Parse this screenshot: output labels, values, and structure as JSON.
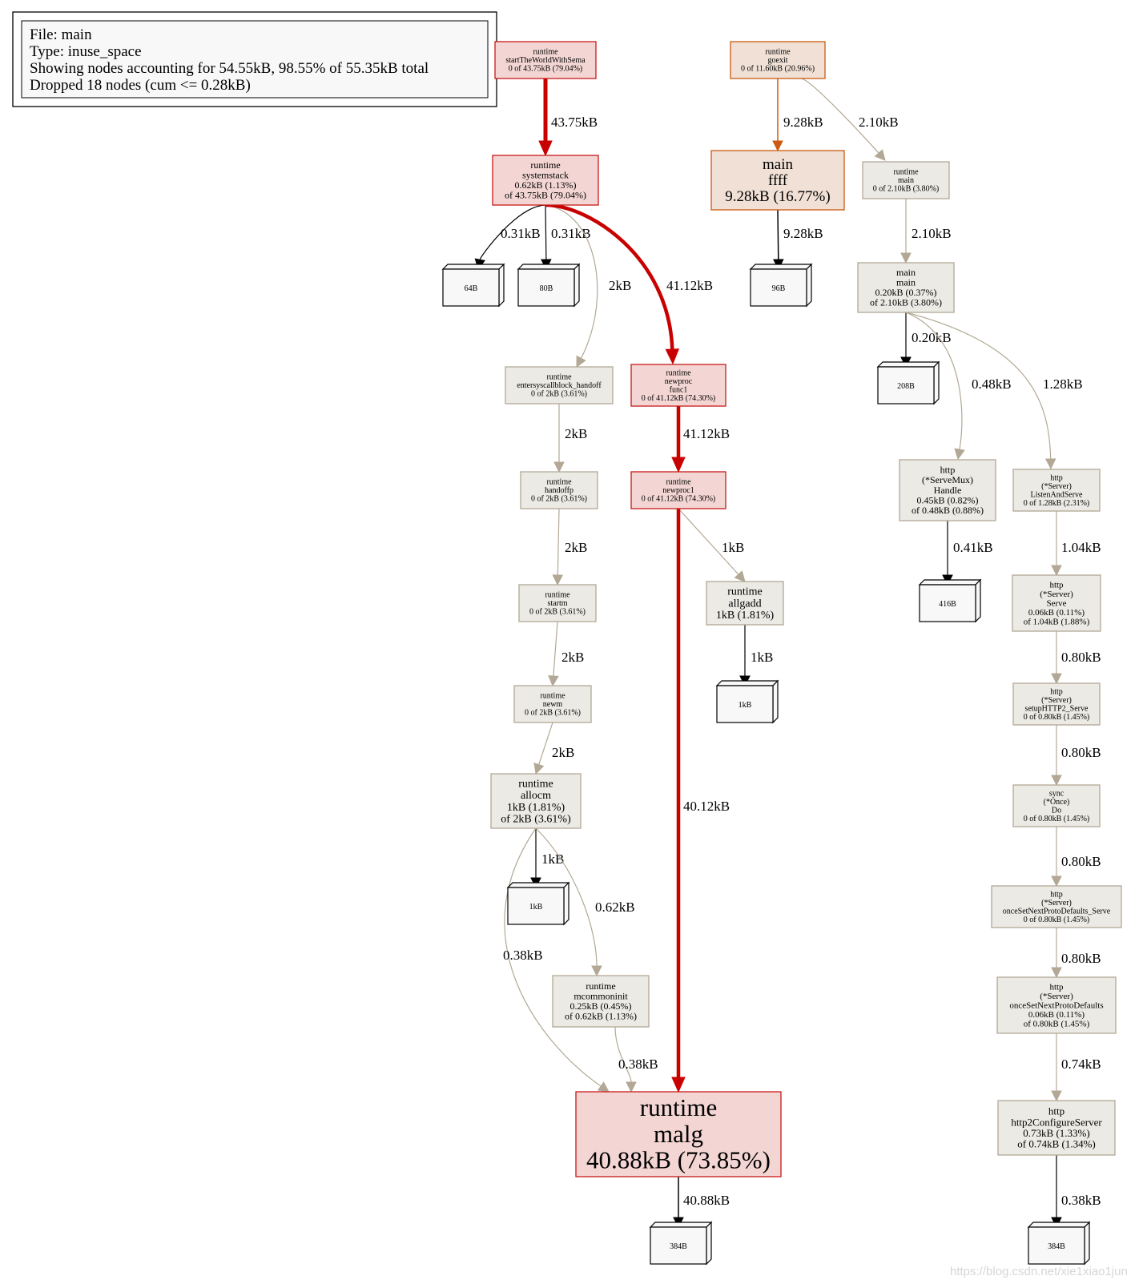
{
  "info": {
    "lines": [
      "File: main",
      "Type: inuse_space",
      "Showing nodes accounting for 54.55kB, 98.55% of 55.35kB total",
      "Dropped 18 nodes (cum <= 0.28kB)"
    ]
  },
  "palette": {
    "hot_fill": "#f3d6d3",
    "hot_stroke": "#c81919",
    "warm_fill": "#f0e0d6",
    "warm_stroke": "#cc5a10",
    "cold_fill": "#ebeae5",
    "cold_stroke": "#b2a895",
    "hot_edge": "#c80000",
    "warm_edge": "#cc5a10",
    "cold_edge": "#b2a895",
    "black_edge": "#000000",
    "leaf_fill": "#f8f8f8"
  },
  "nodes": [
    {
      "id": "startTheWorld",
      "kind": "func",
      "color": "hot",
      "lines": [
        "runtime",
        "startTheWorldWithSema",
        "0 of 43.75kB (79.04%)"
      ]
    },
    {
      "id": "goexit",
      "kind": "func",
      "color": "warm",
      "lines": [
        "runtime",
        "goexit",
        "0 of 11.60kB (20.96%)"
      ]
    },
    {
      "id": "systemstack",
      "kind": "func",
      "color": "hot",
      "lines": [
        "runtime",
        "systemstack",
        "0.62kB (1.13%)",
        "of 43.75kB (79.04%)"
      ]
    },
    {
      "id": "ffff",
      "kind": "func",
      "color": "warm",
      "lines": [
        "main",
        "ffff",
        "9.28kB (16.77%)"
      ]
    },
    {
      "id": "runtimeMain",
      "kind": "func",
      "color": "cold",
      "lines": [
        "runtime",
        "main",
        "0 of 2.10kB (3.80%)"
      ]
    },
    {
      "id": "mainMain",
      "kind": "func",
      "color": "cold",
      "lines": [
        "main",
        "main",
        "0.20kB (0.37%)",
        "of 2.10kB (3.80%)"
      ]
    },
    {
      "id": "entersys",
      "kind": "func",
      "color": "cold",
      "lines": [
        "runtime",
        "entersyscallblock_handoff",
        "0 of 2kB (3.61%)"
      ]
    },
    {
      "id": "newprocFunc1",
      "kind": "func",
      "color": "hot",
      "lines": [
        "runtime",
        "newproc",
        "func1",
        "0 of 41.12kB (74.30%)"
      ]
    },
    {
      "id": "handoffp",
      "kind": "func",
      "color": "cold",
      "lines": [
        "runtime",
        "handoffp",
        "0 of 2kB (3.61%)"
      ]
    },
    {
      "id": "newproc1",
      "kind": "func",
      "color": "hot",
      "lines": [
        "runtime",
        "newproc1",
        "0 of 41.12kB (74.30%)"
      ]
    },
    {
      "id": "startm",
      "kind": "func",
      "color": "cold",
      "lines": [
        "runtime",
        "startm",
        "0 of 2kB (3.61%)"
      ]
    },
    {
      "id": "allgadd",
      "kind": "func",
      "color": "cold",
      "lines": [
        "runtime",
        "allgadd",
        "1kB (1.81%)"
      ]
    },
    {
      "id": "newm",
      "kind": "func",
      "color": "cold",
      "lines": [
        "runtime",
        "newm",
        "0 of 2kB (3.61%)"
      ]
    },
    {
      "id": "allocm",
      "kind": "func",
      "color": "cold",
      "lines": [
        "runtime",
        "allocm",
        "1kB (1.81%)",
        "of 2kB (3.61%)"
      ]
    },
    {
      "id": "mcommoninit",
      "kind": "func",
      "color": "cold",
      "lines": [
        "runtime",
        "mcommoninit",
        "0.25kB (0.45%)",
        "of 0.62kB (1.13%)"
      ]
    },
    {
      "id": "malg",
      "kind": "func",
      "color": "hot",
      "lines": [
        "runtime",
        "malg",
        "40.88kB (73.85%)"
      ]
    },
    {
      "id": "serveMuxHandle",
      "kind": "func",
      "color": "cold",
      "lines": [
        "http",
        "(*ServeMux)",
        "Handle",
        "0.45kB (0.82%)",
        "of 0.48kB (0.88%)"
      ]
    },
    {
      "id": "listenAndServe",
      "kind": "func",
      "color": "cold",
      "lines": [
        "http",
        "(*Server)",
        "ListenAndServe",
        "0 of 1.28kB (2.31%)"
      ]
    },
    {
      "id": "serverServe",
      "kind": "func",
      "color": "cold",
      "lines": [
        "http",
        "(*Server)",
        "Serve",
        "0.06kB (0.11%)",
        "of 1.04kB (1.88%)"
      ]
    },
    {
      "id": "setupHTTP2",
      "kind": "func",
      "color": "cold",
      "lines": [
        "http",
        "(*Server)",
        "setupHTTP2_Serve",
        "0 of 0.80kB (1.45%)"
      ]
    },
    {
      "id": "onceDo",
      "kind": "func",
      "color": "cold",
      "lines": [
        "sync",
        "(*Once)",
        "Do",
        "0 of 0.80kB (1.45%)"
      ]
    },
    {
      "id": "onceSetServe",
      "kind": "func",
      "color": "cold",
      "lines": [
        "http",
        "(*Server)",
        "onceSetNextProtoDefaults_Serve",
        "0 of 0.80kB (1.45%)"
      ]
    },
    {
      "id": "onceSet",
      "kind": "func",
      "color": "cold",
      "lines": [
        "http",
        "(*Server)",
        "onceSetNextProtoDefaults",
        "0.06kB (0.11%)",
        "of 0.80kB (1.45%)"
      ]
    },
    {
      "id": "http2Configure",
      "kind": "func",
      "color": "cold",
      "lines": [
        "http",
        "http2ConfigureServer",
        "0.73kB (1.33%)",
        "of 0.74kB (1.34%)"
      ]
    },
    {
      "id": "leaf64",
      "kind": "leaf",
      "lines": [
        "64B"
      ]
    },
    {
      "id": "leaf80",
      "kind": "leaf",
      "lines": [
        "80B"
      ]
    },
    {
      "id": "leaf96",
      "kind": "leaf",
      "lines": [
        "96B"
      ]
    },
    {
      "id": "leaf208",
      "kind": "leaf",
      "lines": [
        "208B"
      ]
    },
    {
      "id": "leaf416",
      "kind": "leaf",
      "lines": [
        "416B"
      ]
    },
    {
      "id": "leaf1kA",
      "kind": "leaf",
      "lines": [
        "1kB"
      ]
    },
    {
      "id": "leaf1kB",
      "kind": "leaf",
      "lines": [
        "1kB"
      ]
    },
    {
      "id": "leaf384A",
      "kind": "leaf",
      "lines": [
        "384B"
      ]
    },
    {
      "id": "leaf384B",
      "kind": "leaf",
      "lines": [
        "384B"
      ]
    }
  ],
  "edges": [
    {
      "from": "startTheWorld",
      "to": "systemstack",
      "label": "43.75kB",
      "color": "hot",
      "weight": 5
    },
    {
      "from": "goexit",
      "to": "ffff",
      "label": "9.28kB",
      "color": "warm",
      "weight": 1.5
    },
    {
      "from": "goexit",
      "to": "runtimeMain",
      "label": "2.10kB",
      "color": "cold",
      "weight": 1.2
    },
    {
      "from": "systemstack",
      "to": "leaf64",
      "label": "0.31kB",
      "color": "black",
      "weight": 1.2
    },
    {
      "from": "systemstack",
      "to": "leaf80",
      "label": "0.31kB",
      "color": "black",
      "weight": 1.2
    },
    {
      "from": "systemstack",
      "to": "entersys",
      "label": "2kB",
      "color": "cold",
      "weight": 1.2
    },
    {
      "from": "systemstack",
      "to": "newprocFunc1",
      "label": "41.12kB",
      "color": "hot",
      "weight": 4.5
    },
    {
      "from": "ffff",
      "to": "leaf96",
      "label": "9.28kB",
      "color": "black",
      "weight": 1.5
    },
    {
      "from": "runtimeMain",
      "to": "mainMain",
      "label": "2.10kB",
      "color": "cold",
      "weight": 1.2
    },
    {
      "from": "mainMain",
      "to": "leaf208",
      "label": "0.20kB",
      "color": "black",
      "weight": 1.2
    },
    {
      "from": "mainMain",
      "to": "serveMuxHandle",
      "label": "0.48kB",
      "color": "cold",
      "weight": 1.2
    },
    {
      "from": "mainMain",
      "to": "listenAndServe",
      "label": "1.28kB",
      "color": "cold",
      "weight": 1.2
    },
    {
      "from": "entersys",
      "to": "handoffp",
      "label": "2kB",
      "color": "cold",
      "weight": 1.2
    },
    {
      "from": "newprocFunc1",
      "to": "newproc1",
      "label": "41.12kB",
      "color": "hot",
      "weight": 4.5
    },
    {
      "from": "handoffp",
      "to": "startm",
      "label": "2kB",
      "color": "cold",
      "weight": 1.2
    },
    {
      "from": "newproc1",
      "to": "allgadd",
      "label": "1kB",
      "color": "cold",
      "weight": 1.2
    },
    {
      "from": "newproc1",
      "to": "malg",
      "label": "40.12kB",
      "color": "hot",
      "weight": 4.5
    },
    {
      "from": "startm",
      "to": "newm",
      "label": "2kB",
      "color": "cold",
      "weight": 1.2
    },
    {
      "from": "allgadd",
      "to": "leaf1kB",
      "label": "1kB",
      "color": "black",
      "weight": 1.2
    },
    {
      "from": "newm",
      "to": "allocm",
      "label": "2kB",
      "color": "cold",
      "weight": 1.2
    },
    {
      "from": "allocm",
      "to": "leaf1kA",
      "label": "1kB",
      "color": "black",
      "weight": 1.2
    },
    {
      "from": "allocm",
      "to": "mcommoninit",
      "label": "0.62kB",
      "color": "cold",
      "weight": 1.2
    },
    {
      "from": "allocm",
      "to": "malg",
      "label": "0.38kB",
      "color": "cold",
      "weight": 1.2
    },
    {
      "from": "mcommoninit",
      "to": "malg",
      "label": "0.38kB",
      "color": "cold",
      "weight": 1.2
    },
    {
      "from": "malg",
      "to": "leaf384A",
      "label": "40.88kB",
      "color": "black",
      "weight": 1.5
    },
    {
      "from": "serveMuxHandle",
      "to": "leaf416",
      "label": "0.41kB",
      "color": "black",
      "weight": 1.2
    },
    {
      "from": "listenAndServe",
      "to": "serverServe",
      "label": "1.04kB",
      "color": "cold",
      "weight": 1.2
    },
    {
      "from": "serverServe",
      "to": "setupHTTP2",
      "label": "0.80kB",
      "color": "cold",
      "weight": 1.2
    },
    {
      "from": "setupHTTP2",
      "to": "onceDo",
      "label": "0.80kB",
      "color": "cold",
      "weight": 1.2
    },
    {
      "from": "onceDo",
      "to": "onceSetServe",
      "label": "0.80kB",
      "color": "cold",
      "weight": 1.2
    },
    {
      "from": "onceSetServe",
      "to": "onceSet",
      "label": "0.80kB",
      "color": "cold",
      "weight": 1.2
    },
    {
      "from": "onceSet",
      "to": "http2Configure",
      "label": "0.74kB",
      "color": "cold",
      "weight": 1.2
    },
    {
      "from": "http2Configure",
      "to": "leaf384B",
      "label": "0.38kB",
      "color": "black",
      "weight": 1.2
    }
  ],
  "watermark": "https://blog.csdn.net/xie1xiao1jun"
}
